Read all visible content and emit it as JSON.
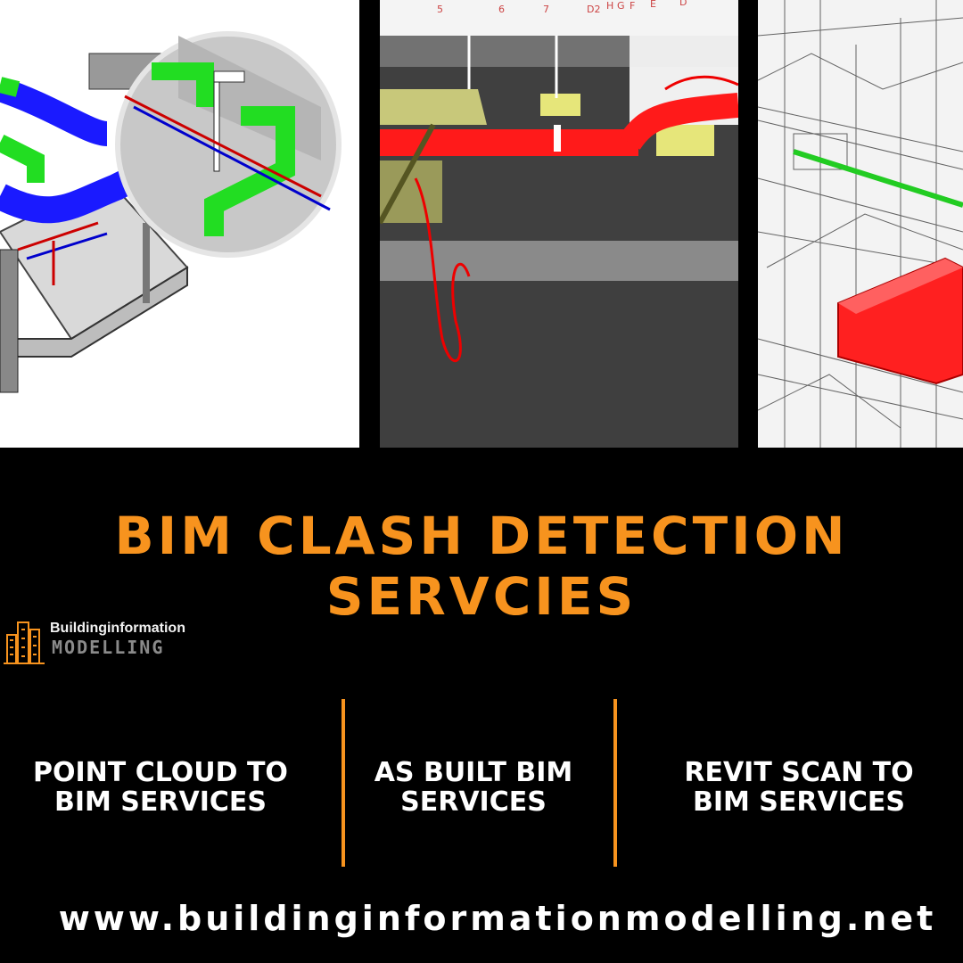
{
  "images": {
    "mep_isometric": "3D MEP ductwork model with magnified detail view",
    "clash_render": "Red pipe clashing through ceiling elements",
    "wireframe_clash": "Wireframe model with red highlighted clash volume",
    "grid_labels": [
      "5",
      "6",
      "7",
      "D2",
      "H",
      "G",
      "F",
      "E",
      "D"
    ]
  },
  "headline": {
    "line1": "BIM CLASH DETECTION",
    "line2": "SERVCIES"
  },
  "logo": {
    "line1": "Buildinginformation",
    "line2": "MODELLING"
  },
  "services": [
    {
      "line1": "POINT CLOUD TO",
      "line2": "BIM SERVICES"
    },
    {
      "line1": "AS BUILT BIM",
      "line2": "SERVICES"
    },
    {
      "line1": "REVIT SCAN TO",
      "line2": "BIM SERVICES"
    }
  ],
  "website": "www.buildinginformationmodelling.net",
  "colors": {
    "accent": "#f7931e",
    "background": "#000000",
    "text": "#ffffff"
  }
}
